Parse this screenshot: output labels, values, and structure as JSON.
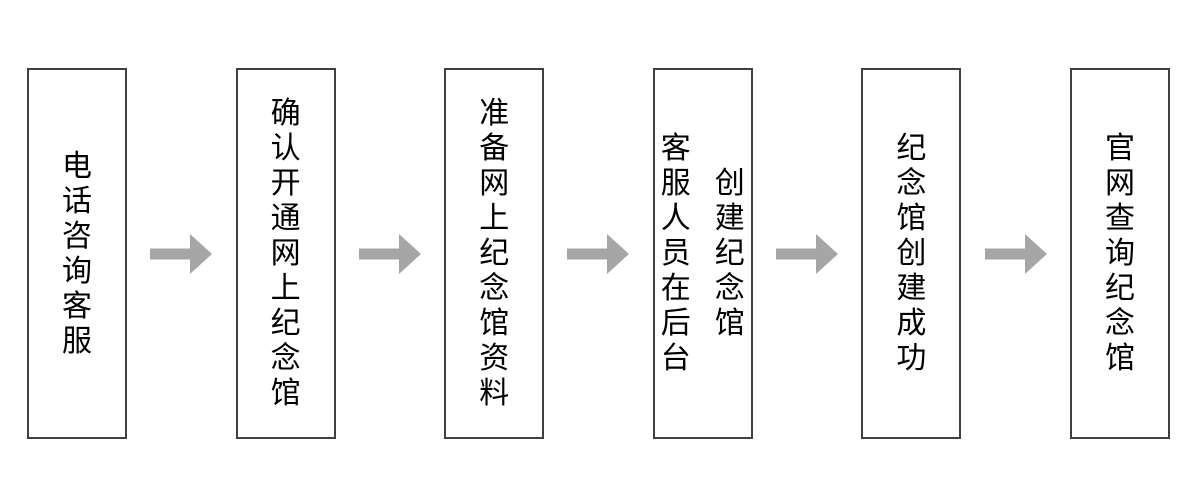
{
  "flow": {
    "type": "flowchart",
    "direction": "left-to-right",
    "steps": [
      {
        "id": 1,
        "label": "电话咨询客服",
        "lines": [
          "电话咨询客服"
        ]
      },
      {
        "id": 2,
        "label": "确认开通网上纪念馆",
        "lines": [
          "确认开通网上纪念馆"
        ]
      },
      {
        "id": 3,
        "label": "准备网上纪念馆资料",
        "lines": [
          "准备网上纪念馆资料"
        ]
      },
      {
        "id": 4,
        "label": "客服人员在后台创建纪念馆",
        "lines": [
          "客服人员在后台",
          "创建纪念馆"
        ]
      },
      {
        "id": 5,
        "label": "纪念馆创建成功",
        "lines": [
          "纪念馆创建成功"
        ]
      },
      {
        "id": 6,
        "label": "官网查询纪念馆",
        "lines": [
          "官网查询纪念馆"
        ]
      }
    ],
    "connector": "right-arrow",
    "colors": {
      "box_border": "#404040",
      "box_fill": "#ffffff",
      "arrow": "#a6a6a6",
      "text": "#000000",
      "background": "#ffffff"
    }
  }
}
